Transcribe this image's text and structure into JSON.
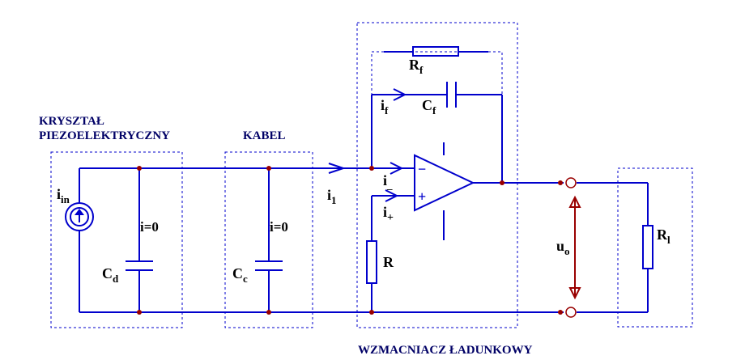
{
  "labels": {
    "crystal_line1": "KRYSZTAŁ",
    "crystal_line2": "PIEZOELEKTRYCZNY",
    "cable": "KABEL",
    "amplifier": "WZMACNIACZ ŁADUNKOWY",
    "i_in_main": "i",
    "i_in_sub": "in",
    "i_zero_crystal": "i=0",
    "i_zero_cable": "i=0",
    "cd_main": "C",
    "cd_sub": "d",
    "cc_main": "C",
    "cc_sub": "c",
    "i1_main": "i",
    "i1_sub": "1",
    "rf_main": "R",
    "rf_sub": "f",
    "if_main": "i",
    "if_sub": "f",
    "cf_main": "C",
    "cf_sub": "f",
    "iminus_main": "i",
    "iminus_sub": "_",
    "iplus_main": "i",
    "iplus_sub": "+",
    "r": "R",
    "uo_main": "u",
    "uo_sub": "o",
    "rl_main": "R",
    "rl_sub": "l",
    "opamp_minus": "−",
    "opamp_plus": "+"
  },
  "colors": {
    "wire": "#0000cc",
    "node": "#990000",
    "arrow": "#990000",
    "text": "#000000"
  }
}
